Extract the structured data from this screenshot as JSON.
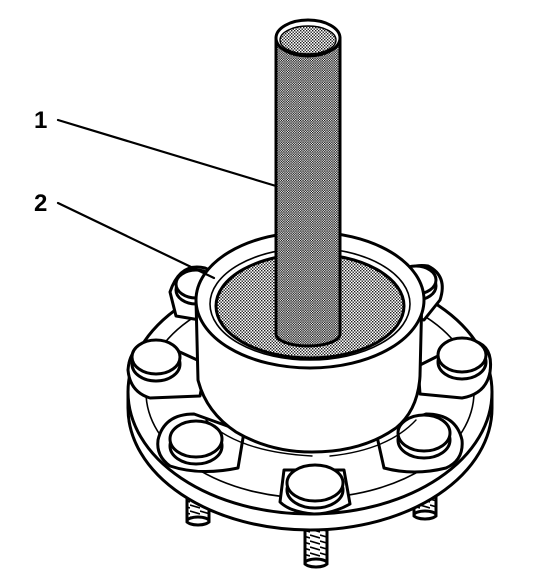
{
  "callouts": [
    {
      "number": "1",
      "part": "tool-shaft"
    },
    {
      "number": "2",
      "part": "bearing-race"
    }
  ],
  "colors": {
    "line": "#000000",
    "metal": "#ffffff",
    "stipple_dark": "#1a1a1a",
    "stipple_light": "#ffffff"
  }
}
